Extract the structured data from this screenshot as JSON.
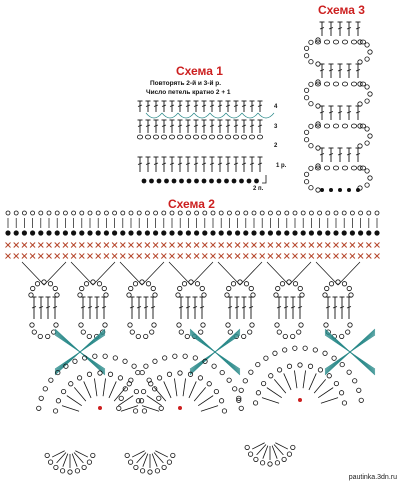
{
  "scheme1": {
    "title": "Схема 1",
    "line1": "Повторять 2-й и 3-й р.",
    "line2": "Число петель кратно 2 + 1",
    "row_labels": [
      "4",
      "3",
      "2",
      "1 р."
    ],
    "base_label": "2 п."
  },
  "scheme2": {
    "title": "Схема 2"
  },
  "scheme3": {
    "title": "Схема 3"
  },
  "footer": {
    "text": "pautinka.3dn.ru"
  },
  "colors": {
    "title": "#cc1f1f",
    "ink": "#111111",
    "cross": "#b5452a",
    "teal": "#2a8a8a"
  }
}
